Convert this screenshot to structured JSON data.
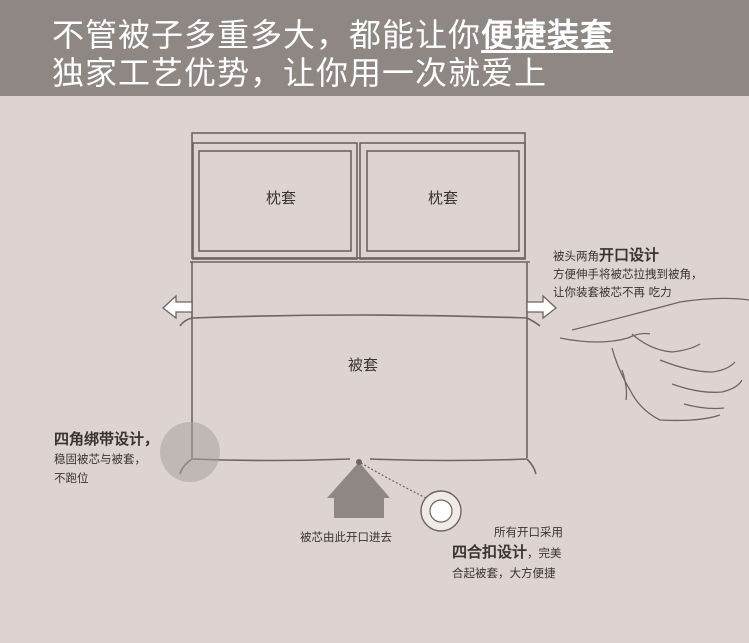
{
  "header": {
    "line1_prefix": "不管被子多重多大，都能让你",
    "line1_emphasis": "便捷装套",
    "line2": "独家工艺优势，让你用一次就爱上"
  },
  "labels": {
    "pillow_left": "枕套",
    "pillow_right": "枕套",
    "duvet": "被套"
  },
  "callouts": {
    "opening": {
      "prefix": "被头两角",
      "bold": "开口设计",
      "line2": "方便伸手将被芯拉拽到被角，",
      "line3": "让你装套被芯不再 吃力"
    },
    "ties": {
      "bold": "四角绑带设计",
      "bold_suffix": "，",
      "line2": "稳固被芯与被套，",
      "line3": "不跑位"
    },
    "insert": {
      "text": "被芯由此开口进去"
    },
    "buckle": {
      "line1": "所有开口采用",
      "bold": "四合扣设计",
      "bold_suffix": "，完美",
      "line3": "合起被套，大方便捷"
    }
  },
  "colors": {
    "background": "#ddd4d1",
    "header": "#8f8784",
    "line": "#6e6461"
  }
}
